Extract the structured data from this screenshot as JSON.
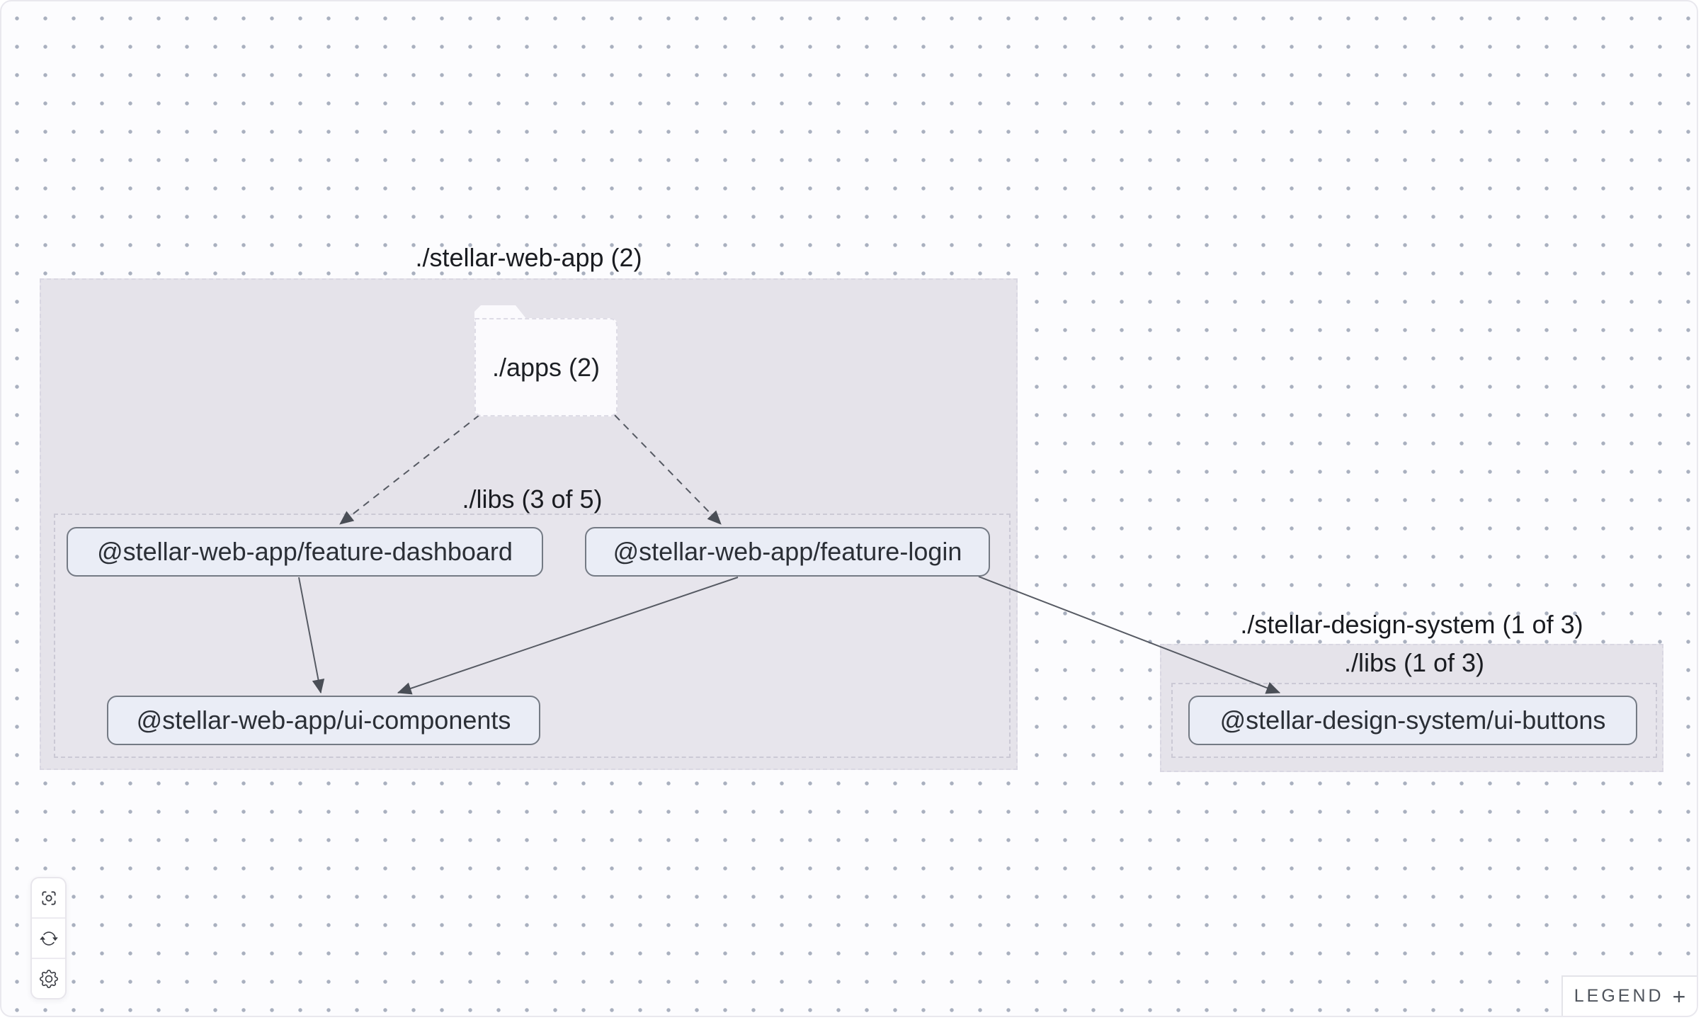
{
  "graph": {
    "groups": [
      {
        "title": "./stellar-web-app (2)",
        "folder": {
          "label": "./apps (2)"
        },
        "subgroup": {
          "title": "./libs (3 of 5)"
        },
        "nodes": [
          {
            "label": "@stellar-web-app/feature-dashboard"
          },
          {
            "label": "@stellar-web-app/feature-login"
          },
          {
            "label": "@stellar-web-app/ui-components"
          }
        ]
      },
      {
        "title": "./stellar-design-system (1 of 3)",
        "subgroup": {
          "title": "./libs (1 of 3)"
        },
        "nodes": [
          {
            "label": "@stellar-design-system/ui-buttons"
          }
        ]
      }
    ],
    "edges": [
      {
        "from": "./apps",
        "to": "@stellar-web-app/feature-dashboard",
        "style": "dashed"
      },
      {
        "from": "./apps",
        "to": "@stellar-web-app/feature-login",
        "style": "dashed"
      },
      {
        "from": "@stellar-web-app/feature-dashboard",
        "to": "@stellar-web-app/ui-components",
        "style": "solid"
      },
      {
        "from": "@stellar-web-app/feature-login",
        "to": "@stellar-web-app/ui-components",
        "style": "solid"
      },
      {
        "from": "@stellar-web-app/feature-login",
        "to": "@stellar-design-system/ui-buttons",
        "style": "solid"
      }
    ]
  },
  "toolbar": {
    "buttons": [
      {
        "icon": "focus-icon"
      },
      {
        "icon": "refresh-icon"
      },
      {
        "icon": "settings-icon"
      }
    ]
  },
  "legend": {
    "label": "LEGEND",
    "expand_symbol": "+"
  },
  "colors": {
    "canvas_background": "#fcfcfe",
    "dot": "#a9b0bf",
    "group_fill": "#e5e3ea",
    "folder_fill": "#fbfafd",
    "node_fill": "#eaedf6",
    "node_border": "#747a84",
    "edge": "#565a63",
    "text": "#1d2025"
  }
}
